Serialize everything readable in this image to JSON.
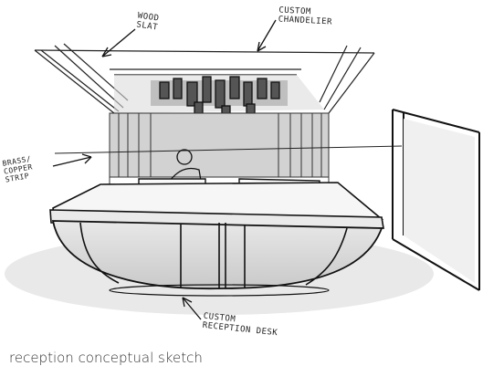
{
  "annotations": {
    "wood_slat": "WOOD\nSLAT",
    "custom_chandelier": "CUSTOM\nCHANDELIER",
    "brass_copper_strip": "BRASS/\nCOPPER\nSTRIP",
    "custom_reception_desk": "CUSTOM\nRECEPTION DESK"
  },
  "caption": "reception conceptual sketch"
}
